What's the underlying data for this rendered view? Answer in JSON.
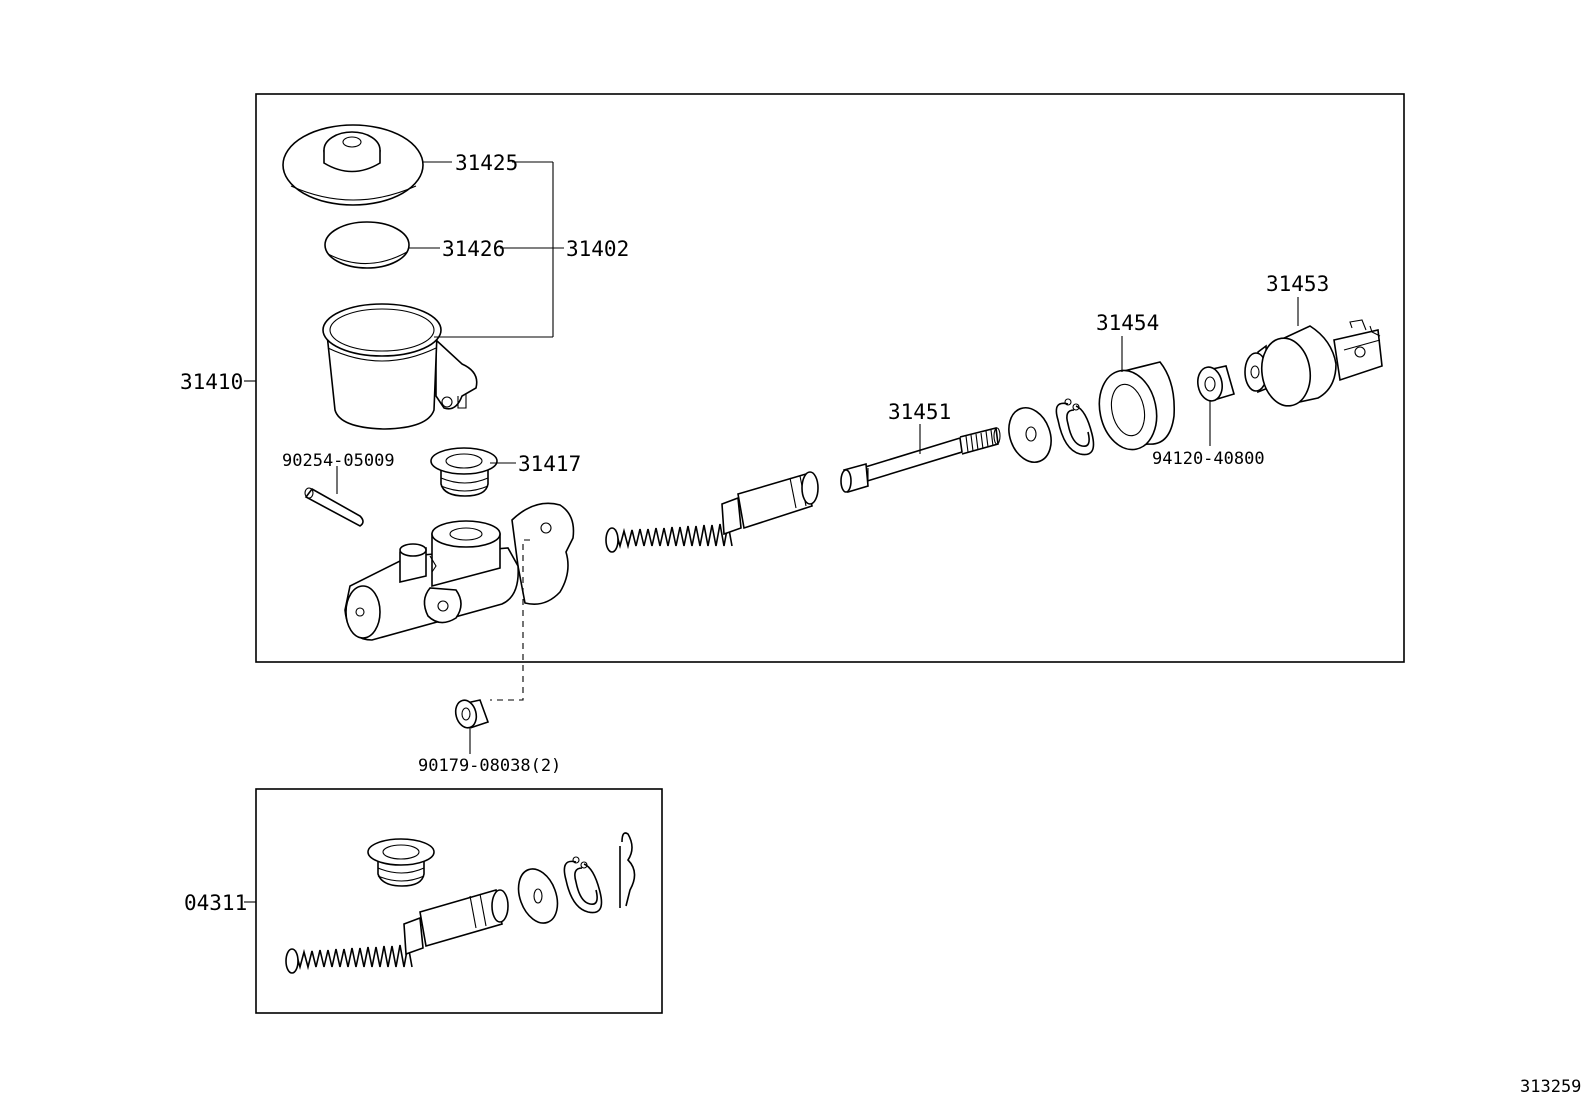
{
  "diagram": {
    "parts": {
      "reservoir_cap": "31425",
      "reservoir_gasket": "31426",
      "reservoir_sub_assy": "31402",
      "master_cylinder_assy": "31410",
      "grommet": "31417",
      "pin": "90254-05009",
      "push_rod": "31451",
      "boot": "31454",
      "clevis": "31453",
      "nut": "94120-40800",
      "mounting_nut": "90179-08038(2)",
      "repair_kit": "04311"
    },
    "illustration_number": "313259"
  }
}
